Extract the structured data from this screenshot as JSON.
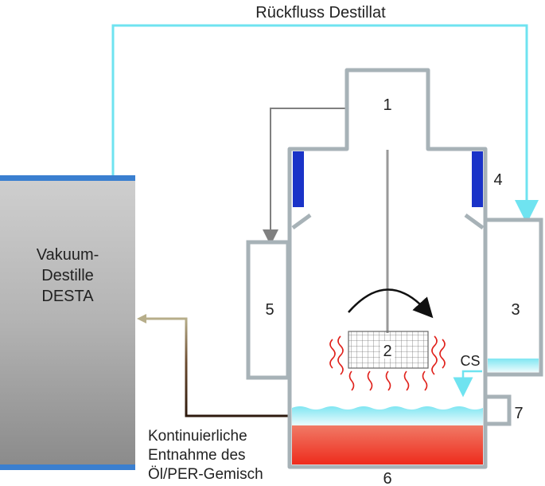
{
  "labels": {
    "reflux": "Rückfluss Destillat",
    "still_line1": "Vakuum-",
    "still_line2": "Destille",
    "still_line3": "DESTA",
    "n1": "1",
    "n2": "2",
    "n3": "3",
    "n4": "4",
    "n5": "5",
    "n6": "6",
    "n7": "7",
    "cs": "CS",
    "removal_line1": "Kontinuierliche",
    "removal_line2": "Entnahme des",
    "removal_line3": "Öl/PER-Gemisch"
  },
  "colors": {
    "reflux_line": "#6fe3f0",
    "wall": "#a7b2b7",
    "wall_fill": "#ffffff",
    "still_gradient_top": "#c4c4c4",
    "still_gradient_bottom": "#8e8e8e",
    "still_cap": "#3a7fd0",
    "seal_block": "#1a33c8",
    "liquid_top": "#c6f5f9",
    "oil_layer": "#ee3a2a",
    "heater_wave": "#e0201a",
    "removal_line": "#3a1f10",
    "removal_arrow": "#b7ae8a",
    "transfer_line": "#808080",
    "stir_arrow": "#111111"
  }
}
